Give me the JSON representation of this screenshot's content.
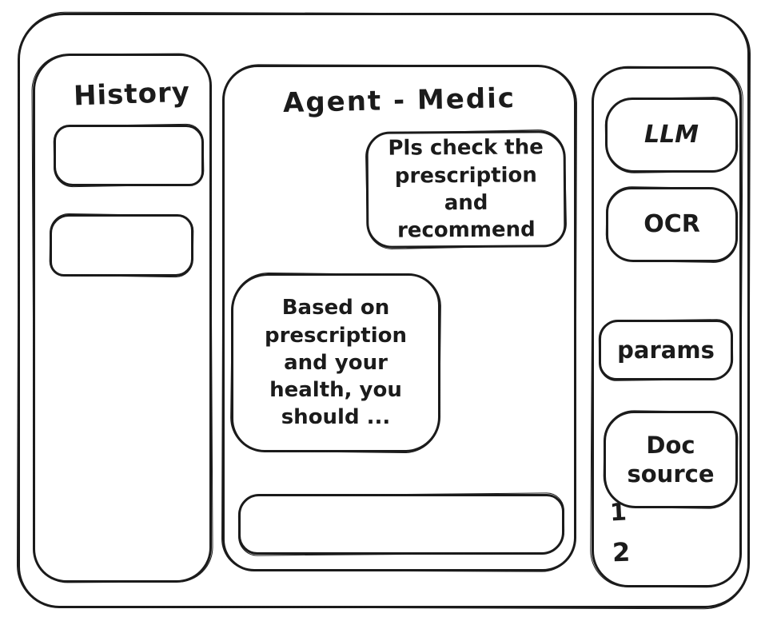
{
  "colors": {
    "stroke": "#1b1b1b",
    "background": "#ffffff"
  },
  "history_panel": {
    "title": "History",
    "items": [
      "",
      ""
    ]
  },
  "chat_panel": {
    "title": "Agent - Medic",
    "messages": [
      {
        "role": "user",
        "text": "Pls check the prescription and recommend"
      },
      {
        "role": "agent",
        "text": "Based on prescription and your health, you should ..."
      }
    ],
    "input": {
      "value": "",
      "placeholder": ""
    }
  },
  "tools_panel": {
    "buttons": [
      {
        "label": "LLM"
      },
      {
        "label": "OCR"
      },
      {
        "label": "params"
      },
      {
        "label": "Doc source"
      }
    ],
    "doc_items": [
      "1",
      "2"
    ]
  }
}
